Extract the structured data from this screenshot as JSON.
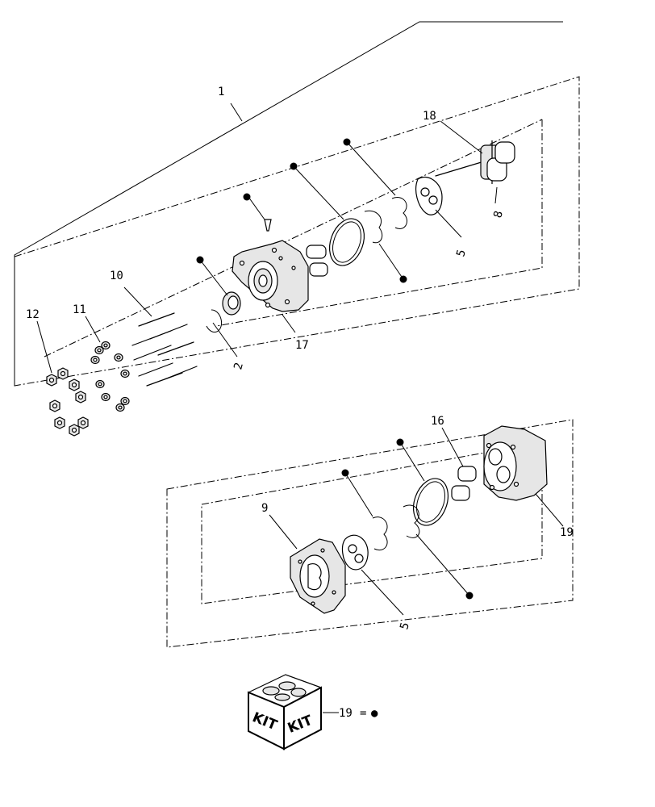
{
  "callouts": [
    "1",
    "18",
    "8",
    "5",
    "17",
    "2",
    "10",
    "11",
    "12",
    "16",
    "9",
    "5",
    "19"
  ],
  "kit": {
    "face_left": "KIT",
    "face_right": "KIT",
    "legend_number": "19",
    "legend_equals": "=",
    "legend_symbol": "●"
  }
}
